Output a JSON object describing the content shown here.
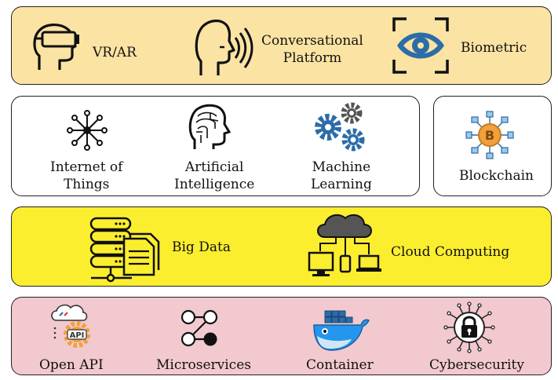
{
  "colors": {
    "row1": "#fbe3a3",
    "row2": "#ffffff",
    "row3": "#fbee2f",
    "row4": "#f2c9ce",
    "icon_blue": "#2c6ca8",
    "icon_bitcoin": "#f2a03d",
    "docker_blue": "#2496ed"
  },
  "row1": [
    {
      "label": "VR/AR",
      "icon": "vr-headset-icon"
    },
    {
      "label_line1": "Conversational",
      "label_line2": "Platform",
      "icon": "speaking-head-icon"
    },
    {
      "label": "Biometric",
      "icon": "eye-scan-icon"
    }
  ],
  "row2": [
    {
      "label_line1": "Internet of",
      "label_line2": "Things",
      "icon": "iot-network-icon"
    },
    {
      "label_line1": "Artificial",
      "label_line2": "Intelligence",
      "icon": "ai-head-icon"
    },
    {
      "label_line1": "Machine",
      "label_line2": "Learning",
      "icon": "gears-icon"
    }
  ],
  "blockchain": {
    "label": "Blockchain",
    "icon": "bitcoin-network-icon"
  },
  "row3": [
    {
      "label": "Big Data",
      "icon": "database-server-icon"
    },
    {
      "label": "Cloud Computing",
      "icon": "cloud-devices-icon"
    }
  ],
  "row4": [
    {
      "label": "Open API",
      "icon_text": "API",
      "icon": "api-cloud-gear-icon"
    },
    {
      "label": "Microservices",
      "icon": "microservices-graph-icon"
    },
    {
      "label": "Container",
      "icon": "docker-whale-icon"
    },
    {
      "label": "Cybersecurity",
      "icon": "circuit-lock-icon"
    }
  ]
}
